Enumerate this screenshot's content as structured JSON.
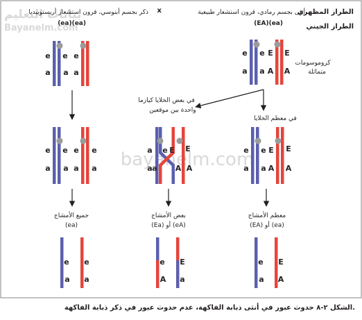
{
  "watermark": {
    "brand_ar": "بيانات التعليم",
    "brand_en": "Bayanelm.com",
    "center": "bayanelm.com"
  },
  "header": {
    "phenotype_label": "الطراز المظهري",
    "genotype_label": "الطراز الجيني",
    "female_desc": "أنثى بجسم رمادي، قرون استشعار طبيعية",
    "female_genotype": "(EA)(ea)",
    "cross_symbol": "x",
    "male_desc": "ذكر بجسم أبنوسي، قرون استشعار أريستوبيديا",
    "male_genotype": "(ea)(ea)"
  },
  "labels": {
    "homologous_line1": "كروموسومات",
    "homologous_line2": "متماثلة",
    "crossover_line1": "في بعض الخلايا كيازما",
    "crossover_line2": "واحدة بين موقعين",
    "most_cells": "في معظم الخلايا"
  },
  "gametes": {
    "male_line1": "جميع الأمشاج",
    "male_line2": "(ea)",
    "some_line1": "بعض الأمشاج",
    "some_line2": "(Ea) أو (eA)",
    "most_line1": "معظم الأمشاج",
    "most_line2": "(EA) أو (ea)"
  },
  "alleles": {
    "e_small": "e",
    "a_small": "a",
    "E_big": "E",
    "A_big": "A"
  },
  "caption": "الشكل ٢-٨  حدوث عبور في أنثى ذبابة الفاكهة، عدم حدوث عبور في ذكر ذبابة الفاكهة.",
  "colors": {
    "blue": "#5b5fae",
    "red": "#e6443b",
    "centromere": "#9b9b9b",
    "text": "#231f20",
    "frame": "#9a9a9a",
    "watermark": "#d9d9d9"
  }
}
